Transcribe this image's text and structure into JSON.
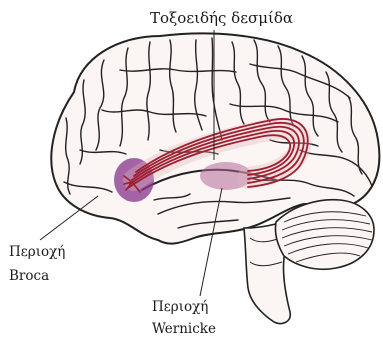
{
  "labels": {
    "arcuate_fasciculus": "Τοξοειδής δεσμίδα",
    "broca_line1": "Περιοχή",
    "broca_line2": "Broca",
    "wernicke_line1": "Περιοχή",
    "wernicke_line2": "Wernicke"
  },
  "colors": {
    "outline": "#222222",
    "tissue": "#fbf5f3",
    "broca_area": "#8a3a8e",
    "wernicke_area": "#b06a95",
    "fasciculus": "#9e1f30",
    "fasciculus_light": "#e3b7bd"
  }
}
